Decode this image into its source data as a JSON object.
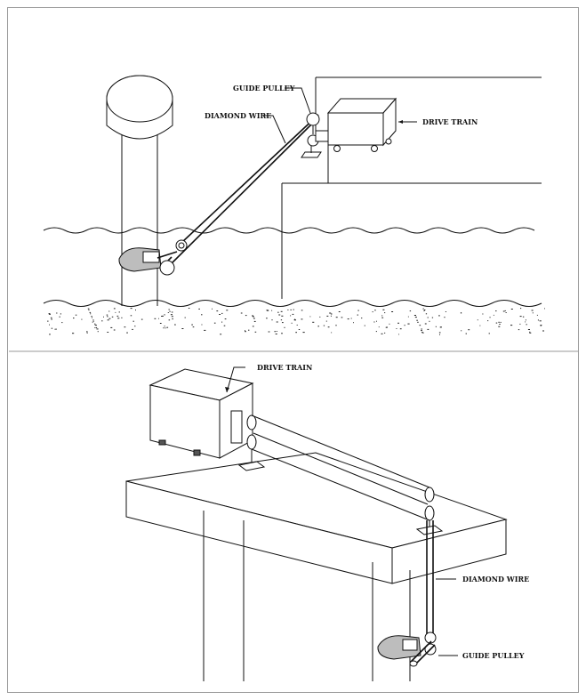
{
  "figure_top": {
    "labels": {
      "guide_pulley": "GUIDE PULLEY",
      "diamond_wire": "DIAMOND WIRE",
      "drive_train": "DRIVE TRAIN"
    }
  },
  "figure_bottom": {
    "labels": {
      "drive_train": "DRIVE TRAIN",
      "diamond_wire": "DIAMOND WIRE",
      "guide_pulley": "GUIDE PULLEY"
    }
  },
  "colors": {
    "border": "#9a9a9a",
    "line": "#111111",
    "shade": "#bdbdbd"
  }
}
